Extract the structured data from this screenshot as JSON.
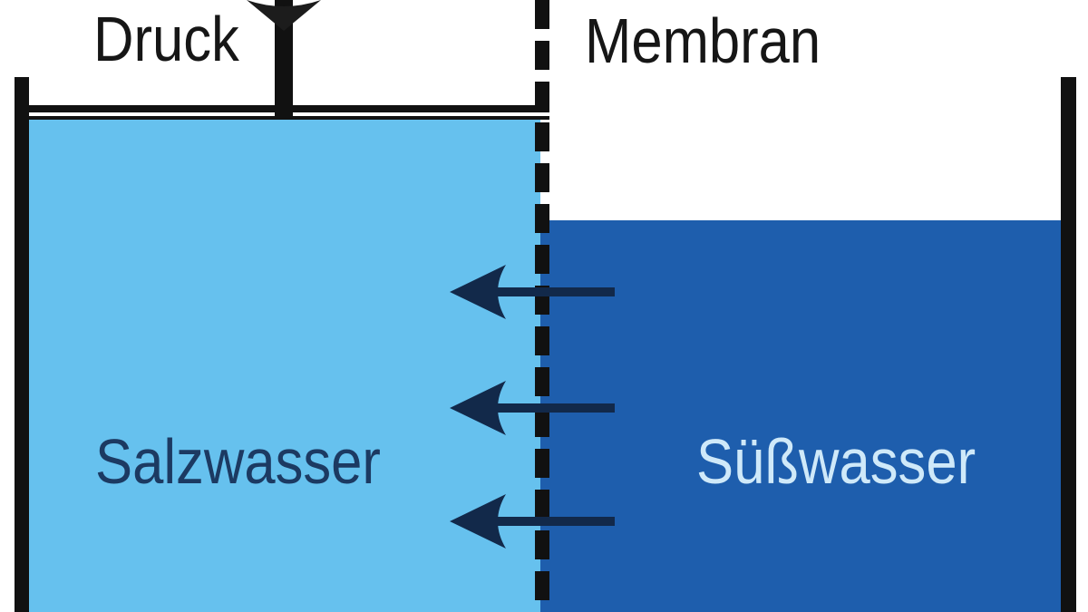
{
  "diagram": {
    "pressure_label": "Druck",
    "membrane_label": "Membran",
    "salt_water_label": "Salzwasser",
    "fresh_water_label": "Süßwasser",
    "flow_arrows": {
      "count": 3,
      "direction": "left",
      "meaning": "flow from Süßwasser side through Membran toward Salzwasser side"
    },
    "colors": {
      "background": "#ffffff",
      "salt_water_fill": "#66c1ee",
      "fresh_water_fill": "#1e5ead",
      "outline": "#111111",
      "flow_arrow": "#12294a",
      "salt_water_text": "#1c3a62",
      "fresh_water_text": "#cfe9f9"
    }
  }
}
